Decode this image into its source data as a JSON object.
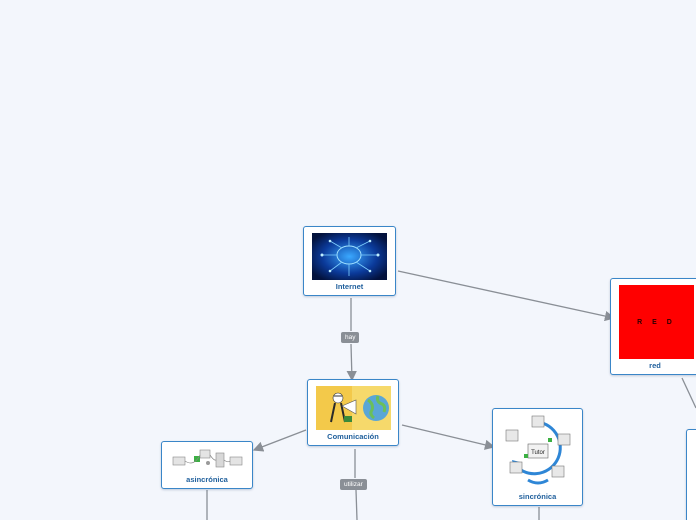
{
  "nodes": {
    "internet": {
      "label": "Internet",
      "icon": "circuit-brain-icon"
    },
    "comunicacion": {
      "label": "Comunicación",
      "icon": "megaphone-globe-icon"
    },
    "red": {
      "label": "red",
      "image_text": "R E D",
      "icon": "red-square-icon"
    },
    "asincronica": {
      "label": "asincrónica",
      "icon": "computer-network-icon"
    },
    "sincronica": {
      "label": "sincrónica",
      "icon": "tutor-cycle-icon",
      "center_text": "Tutor"
    }
  },
  "edges": {
    "hay": "hay",
    "utilizar": "utilizar"
  },
  "colors": {
    "background": "#f3f6fc",
    "node_border": "#3a86c8",
    "caption": "#1f5f9c",
    "edge": "#8a8f96",
    "red_fill": "#ff0000"
  }
}
